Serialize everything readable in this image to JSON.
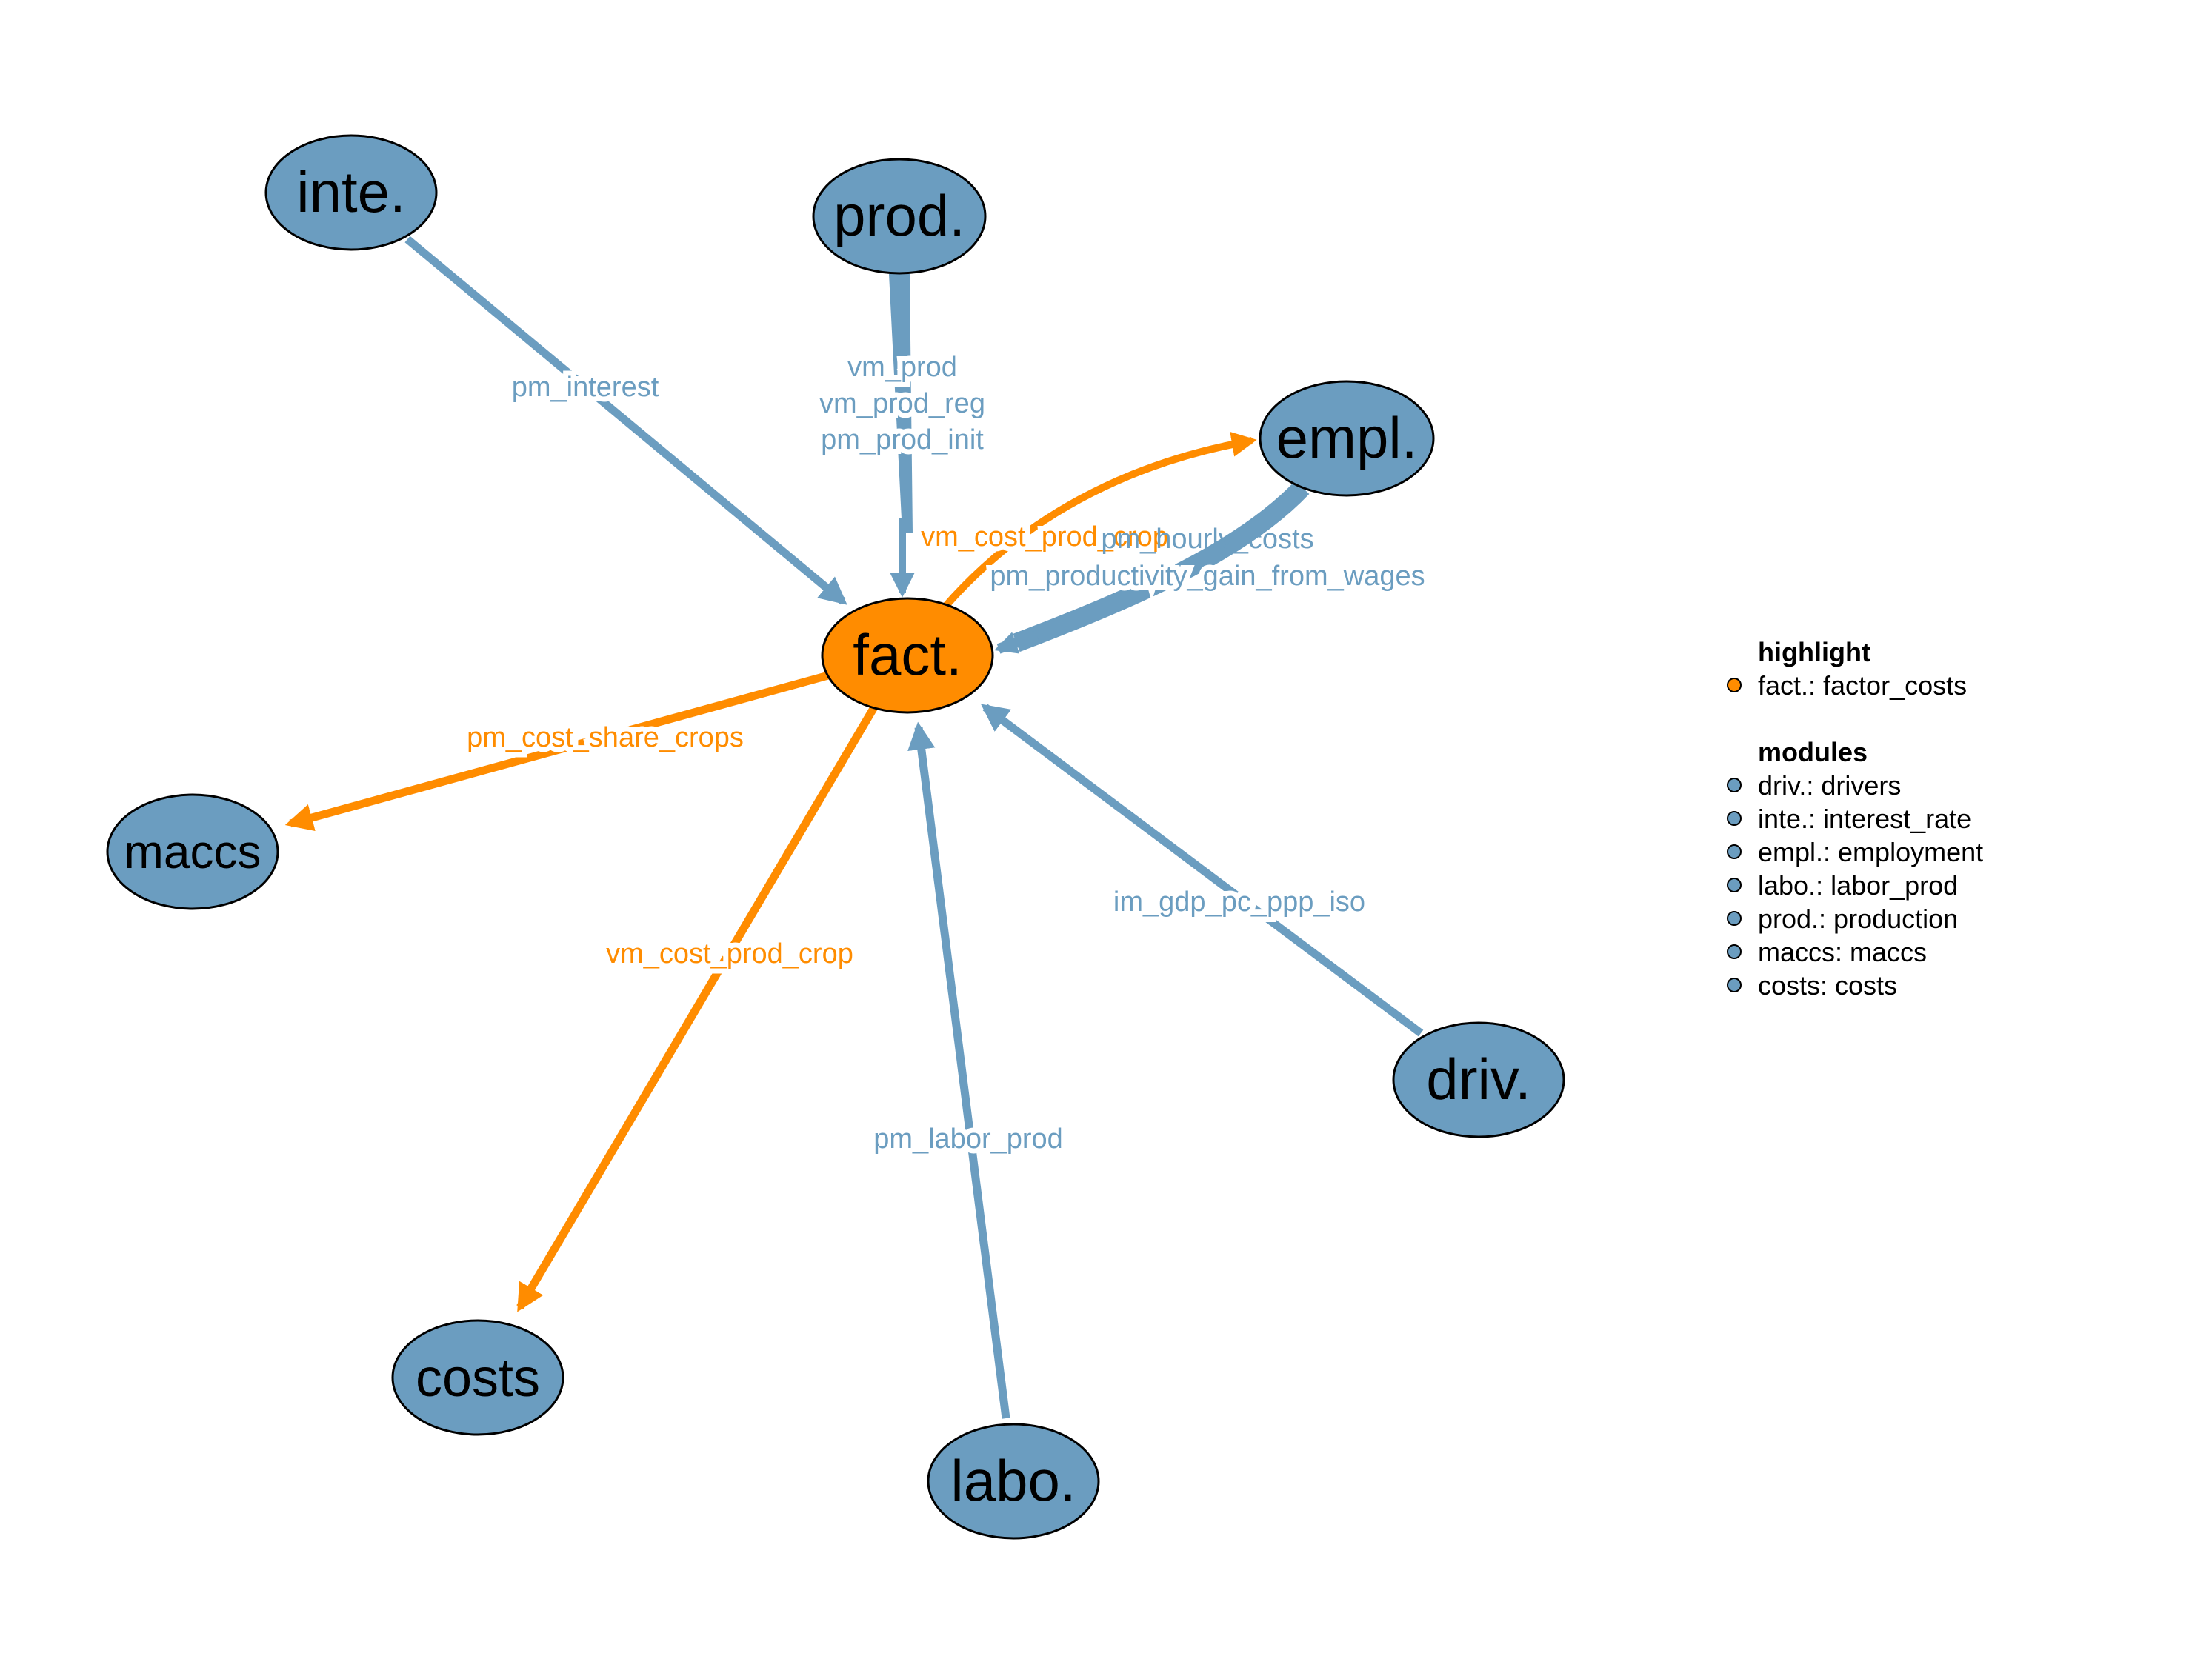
{
  "colors": {
    "module": "#6b9dc0",
    "highlight": "#ff8c00",
    "node_stroke": "#000000",
    "background": "#ffffff"
  },
  "nodes": {
    "inte": "inte.",
    "prod": "prod.",
    "empl": "empl.",
    "fact": "fact.",
    "maccs": "maccs",
    "driv": "driv.",
    "costs": "costs",
    "labo": "labo."
  },
  "edge_labels": {
    "inte_fact": "pm_interest",
    "prod_fact_1": "vm_prod",
    "prod_fact_2": "vm_prod_reg",
    "prod_fact_3": "pm_prod_init",
    "fact_empl": "vm_cost_prod_crop",
    "empl_fact_1": "pm_hourly_costs",
    "empl_fact_2": "pm_productivity_gain_from_wages",
    "fact_maccs": "pm_cost_share_crops",
    "fact_costs": "vm_cost_prod_crop",
    "driv_fact": "im_gdp_pc_ppp_iso",
    "labo_fact": "pm_labor_prod"
  },
  "legend": {
    "highlight_title": "highlight",
    "highlight_items": [
      "fact.: factor_costs"
    ],
    "modules_title": "modules",
    "module_items": [
      "driv.: drivers",
      "inte.: interest_rate",
      "empl.: employment",
      "labo.: labor_prod",
      "prod.: production",
      "maccs: maccs",
      "costs: costs"
    ]
  }
}
